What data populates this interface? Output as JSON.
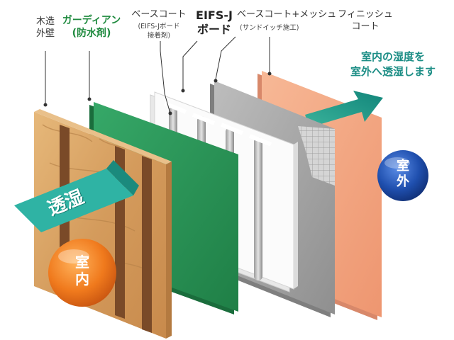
{
  "labels": {
    "exterior_wall": [
      "木造",
      "外壁"
    ],
    "guardian": [
      "ガーディアン",
      "(防水剤)"
    ],
    "base_coat": "ベースコート",
    "base_coat_sub": [
      "(EIFS-Jボード",
      "接着剤)"
    ],
    "eifs": [
      "EIFS-J",
      "ボード"
    ],
    "base_mesh": "ベースコート+メッシュ",
    "base_mesh_sub": "(サンドイッチ施工)",
    "finish": [
      "フィニッシュ",
      "コート"
    ]
  },
  "note": [
    "室内の湿度を",
    "室外へ透湿します"
  ],
  "arrow_text": "透湿",
  "indoor": [
    "室",
    "内"
  ],
  "outdoor": [
    "室",
    "外"
  ],
  "colors": {
    "wood": "#d9a76a",
    "stud": "#8a5a35",
    "green_board": "#2e9b5a",
    "white_board": "#f7f7f7",
    "gray_coat": "#a9a9a9",
    "finish_coat": "#f2a47f",
    "arrow": "#1f9a8a",
    "indoor_ball": "#f07a1d",
    "outdoor_ball": "#1f4fae"
  }
}
